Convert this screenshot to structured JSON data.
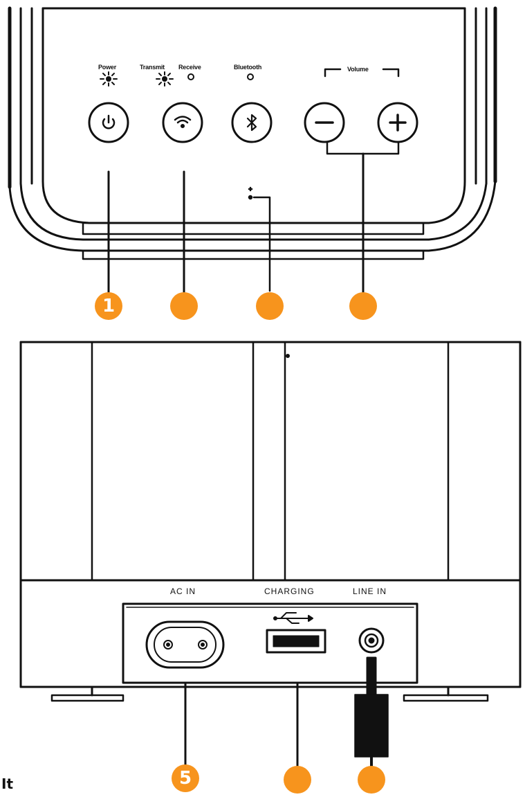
{
  "colors": {
    "line": "#111111",
    "callout": "#f7941d",
    "background": "#ffffff"
  },
  "top_panel": {
    "indicators": {
      "power": "Power",
      "transmit": "Transmit",
      "receive": "Receive",
      "bluetooth": "Bluetooth",
      "volume": "Volume"
    },
    "buttons": [
      {
        "name": "power",
        "icon": "power-icon"
      },
      {
        "name": "wireless",
        "icon": "wifi-icon"
      },
      {
        "name": "bluetooth",
        "icon": "bluetooth-icon"
      },
      {
        "name": "volume-down",
        "icon": "minus-icon"
      },
      {
        "name": "volume-up",
        "icon": "plus-icon"
      }
    ]
  },
  "callouts": {
    "c1": "1",
    "c2": "",
    "c3": "",
    "c4": "",
    "c5": "5",
    "c6": "",
    "c7": ""
  },
  "rear_panel": {
    "ports": {
      "ac_in": "AC IN",
      "charging": "CHARGING",
      "line_in": "LINE IN"
    }
  },
  "stray_text": "It"
}
